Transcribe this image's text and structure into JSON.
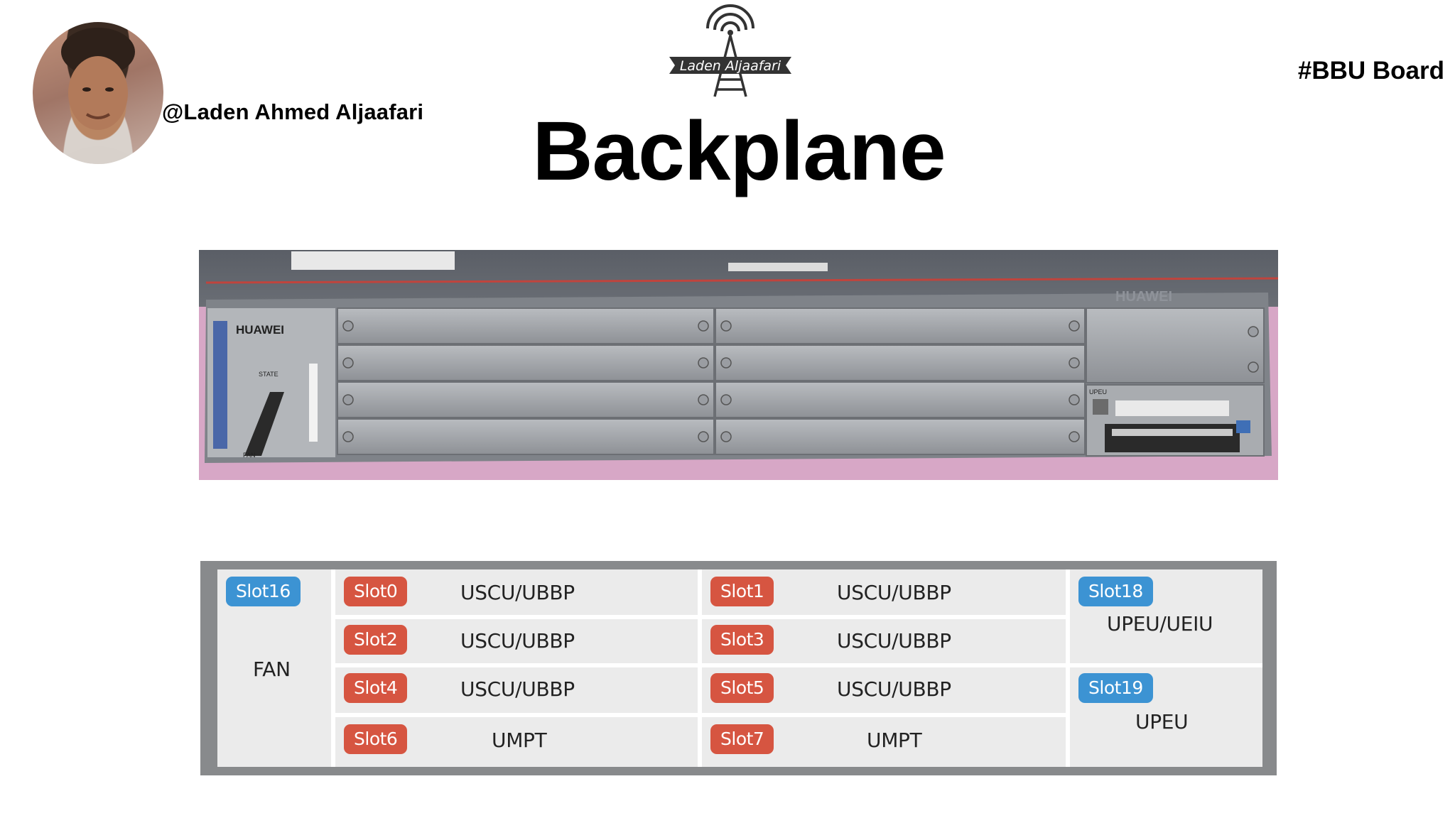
{
  "header": {
    "handle": "@Laden Ahmed Aljaafari",
    "tag": "#BBU Board",
    "logo_text": "Laden Aljaafari"
  },
  "title": "Backplane",
  "photo": {
    "brand_left": "HUAWEI",
    "brand_right": "HUAWEI",
    "state_label": "STATE",
    "fan_label": "FAN",
    "upeu_label": "UPEU"
  },
  "slot_table": {
    "fan": {
      "slot": "Slot16",
      "label": "FAN"
    },
    "rows": [
      {
        "left_slot": "Slot0",
        "left_board": "USCU/UBBP",
        "right_slot": "Slot1",
        "right_board": "USCU/UBBP"
      },
      {
        "left_slot": "Slot2",
        "left_board": "USCU/UBBP",
        "right_slot": "Slot3",
        "right_board": "USCU/UBBP"
      },
      {
        "left_slot": "Slot4",
        "left_board": "USCU/UBBP",
        "right_slot": "Slot5",
        "right_board": "USCU/UBBP"
      },
      {
        "left_slot": "Slot6",
        "left_board": "UMPT",
        "right_slot": "Slot7",
        "right_board": "UMPT"
      }
    ],
    "power_top": {
      "slot": "Slot18",
      "label": "UPEU/UEIU"
    },
    "power_bottom": {
      "slot": "Slot19",
      "label": "UPEU"
    }
  },
  "colors": {
    "slot_red": "#d65541",
    "slot_blue": "#3c93d3",
    "frame_gray": "#888a8c",
    "cell_gray": "#ebebeb"
  }
}
